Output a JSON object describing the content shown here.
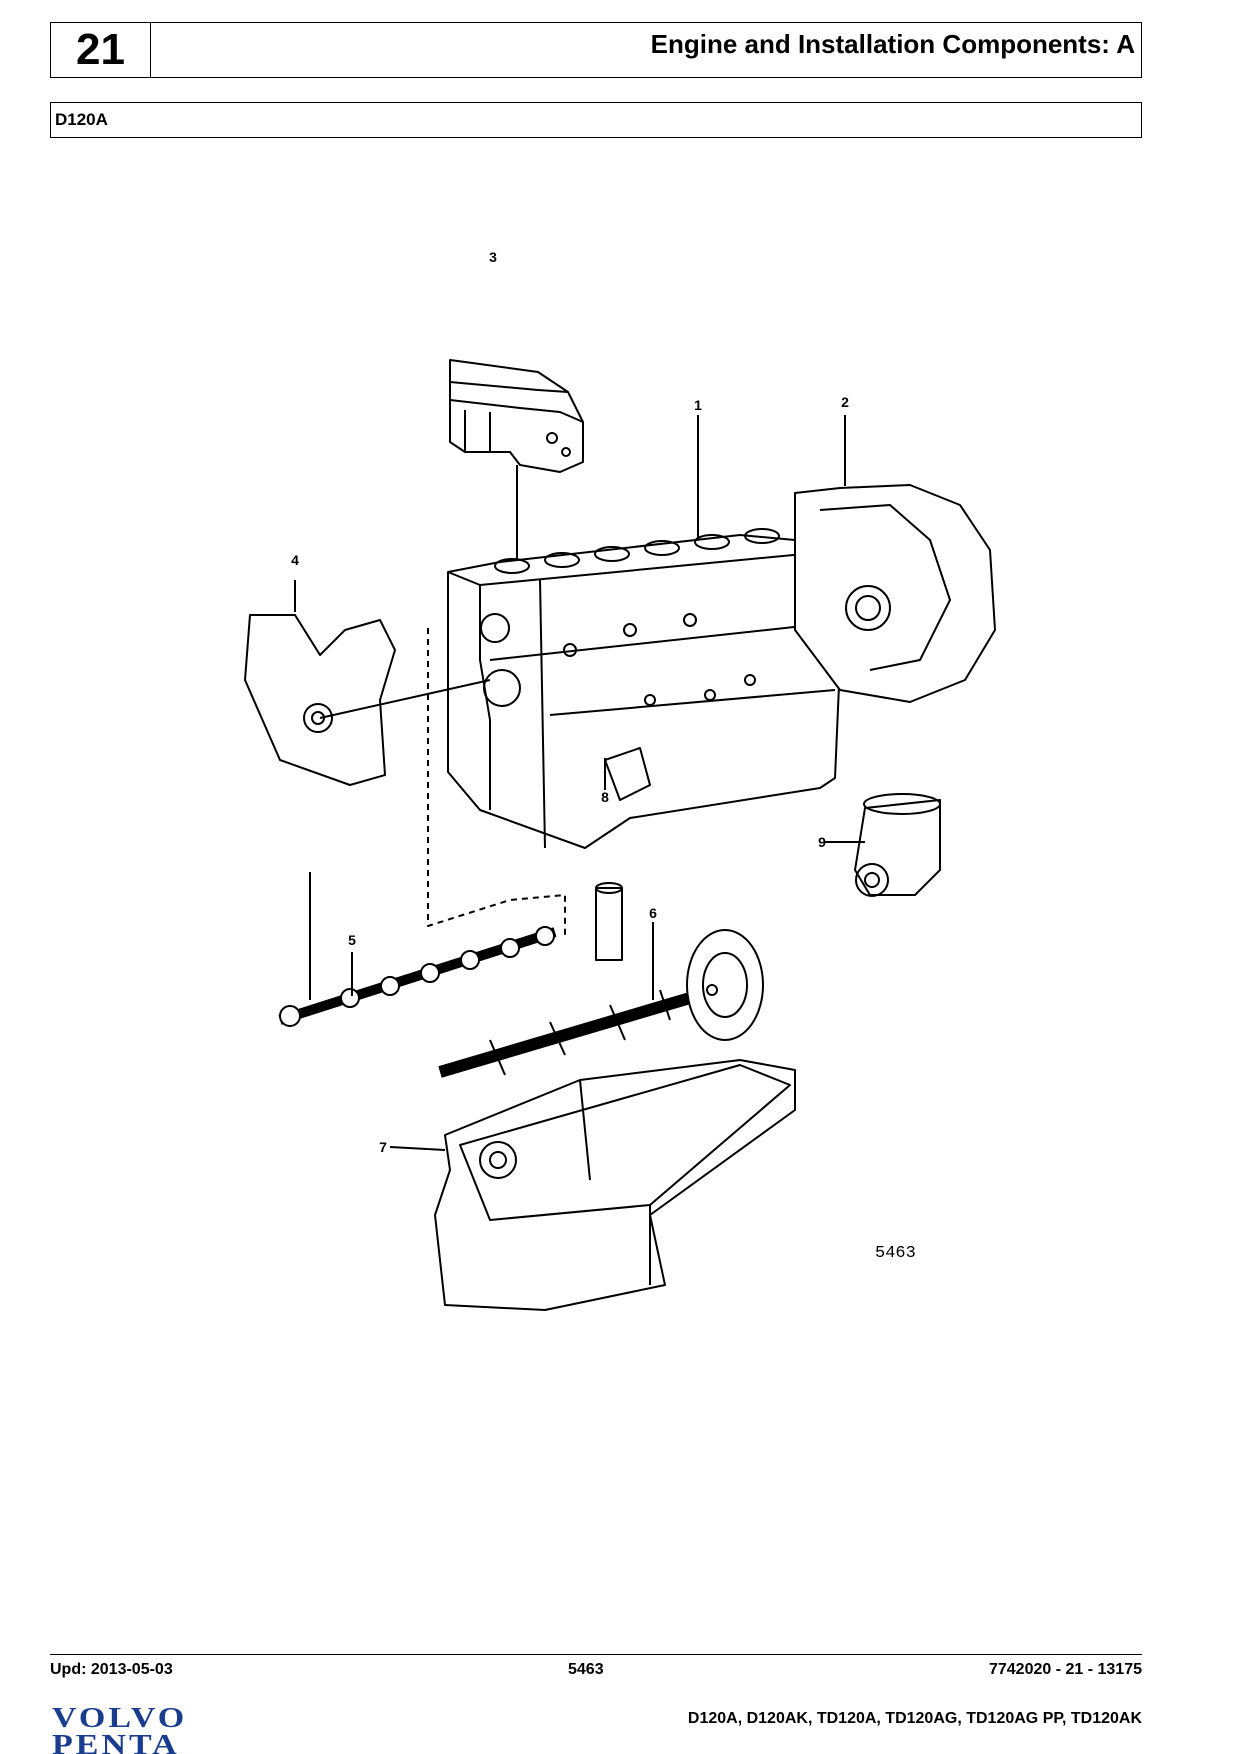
{
  "header": {
    "section_number": "21",
    "title": "Engine and Installation Components: A"
  },
  "model": {
    "label": "D120A"
  },
  "figure": {
    "code": "5463",
    "callouts": [
      {
        "label": "1",
        "part": "cylinder-block"
      },
      {
        "label": "2",
        "part": "flywheel-housing"
      },
      {
        "label": "3",
        "part": "cylinder-head"
      },
      {
        "label": "4",
        "part": "timing-gear-cover"
      },
      {
        "label": "5",
        "part": "camshaft"
      },
      {
        "label": "6",
        "part": "crankshaft-piston"
      },
      {
        "label": "7",
        "part": "oil-sump"
      },
      {
        "label": "8",
        "part": "engine-bracket"
      },
      {
        "label": "9",
        "part": "air-compressor"
      }
    ]
  },
  "footer": {
    "updated": "Upd: 2013-05-03",
    "figure_code": "5463",
    "doc_ref": "7742020 - 21 - 13175",
    "models": "D120A, D120AK, TD120A, TD120AG, TD120AG PP, TD120AK"
  },
  "logo": {
    "line1": "VOLVO",
    "line2": "PENTA",
    "color": "#1a3d8f"
  }
}
